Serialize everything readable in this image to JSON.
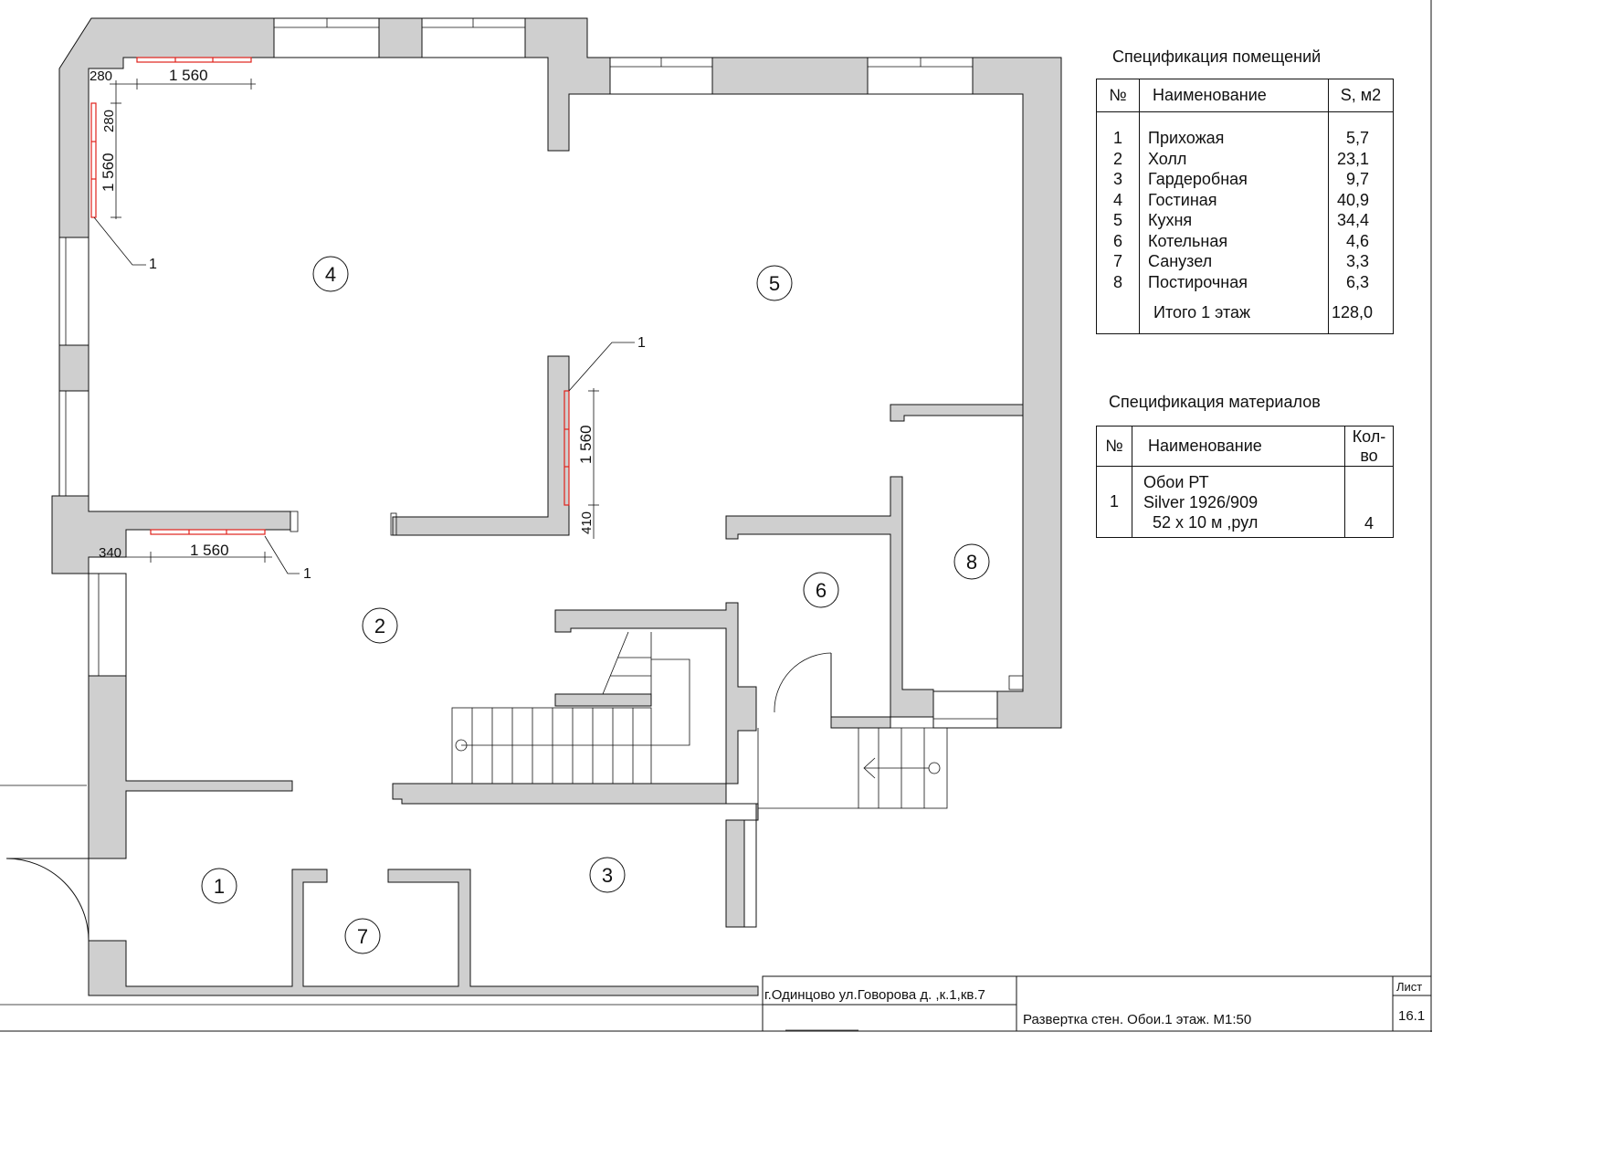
{
  "rooms_spec": {
    "title": "Спецификация помещений",
    "col_no": "№",
    "col_name": "Наименование",
    "col_area": "S, м2",
    "rows": [
      {
        "no": "1",
        "name": "Прихожая",
        "area": "5,7"
      },
      {
        "no": "2",
        "name": "Холл",
        "area": "23,1"
      },
      {
        "no": "3",
        "name": "Гардеробная",
        "area": "9,7"
      },
      {
        "no": "4",
        "name": "Гостиная",
        "area": "40,9"
      },
      {
        "no": "5",
        "name": "Кухня",
        "area": "34,4"
      },
      {
        "no": "6",
        "name": "Котельная",
        "area": "4,6"
      },
      {
        "no": "7",
        "name": "Санузел",
        "area": "3,3"
      },
      {
        "no": "8",
        "name": "Постирочная",
        "area": "6,3"
      }
    ],
    "total_label": "Итого 1 этаж",
    "total_value": "128,0"
  },
  "materials_spec": {
    "title": "Спецификация материалов",
    "col_no": "№",
    "col_name": "Наименование",
    "col_qty": "Кол-во",
    "row": {
      "no": "1",
      "name_line1": "Обои РТ",
      "name_line2": "Silver 1926/909",
      "name_line3": "52 х 10 м ,рул",
      "qty": "4"
    }
  },
  "plan": {
    "room_numbers": [
      "1",
      "2",
      "3",
      "4",
      "5",
      "6",
      "7",
      "8"
    ],
    "dimensions": {
      "top_offset": "280",
      "top_length": "1 560",
      "left_offset": "280",
      "left_length": "1 560",
      "middle_length": "1 560",
      "middle_offset": "410",
      "lower_offset": "340",
      "lower_length": "1 560"
    },
    "leader_label": "1"
  },
  "title_block": {
    "address": "г.Одинцово ул.Говорова д.    ,к.1,кв.7",
    "sheet_title": "Развертка стен. Обои.1 этаж. М1:50",
    "sheet_label": "Лист",
    "sheet_number": "16.1"
  },
  "colors": {
    "wall_fill": "#cfcfcf",
    "line": "#111111",
    "wallpaper_marker": "#e0211b"
  }
}
